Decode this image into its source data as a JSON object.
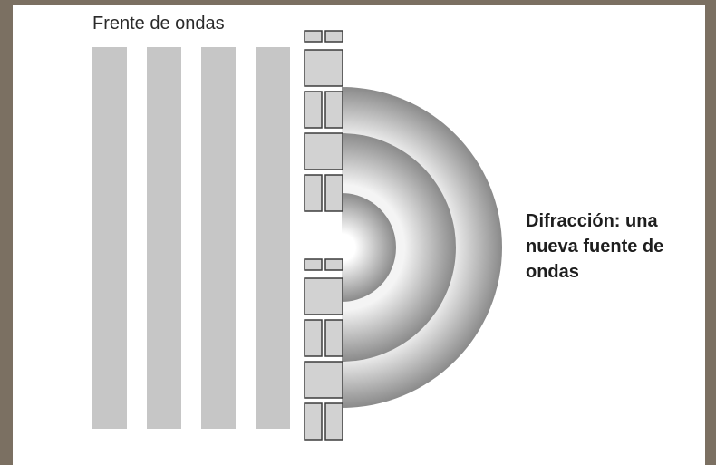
{
  "diagram": {
    "wavefront_label": "Frente de ondas",
    "diffraction_label": "Difracción: una nueva fuente de ondas",
    "colors": {
      "frame": "#7b7062",
      "background": "#ffffff",
      "wavefront_bar": "#c6c6c6",
      "brick_fill": "#d2d2d2",
      "brick_stroke": "#3d3d3d",
      "wave_dark": "#8a8a8a",
      "wave_light": "#f2f2f2"
    },
    "wavefront_bar_count": 4,
    "wave_ring_count": 3,
    "icons": [
      "brick-wall",
      "wave-ring"
    ]
  }
}
